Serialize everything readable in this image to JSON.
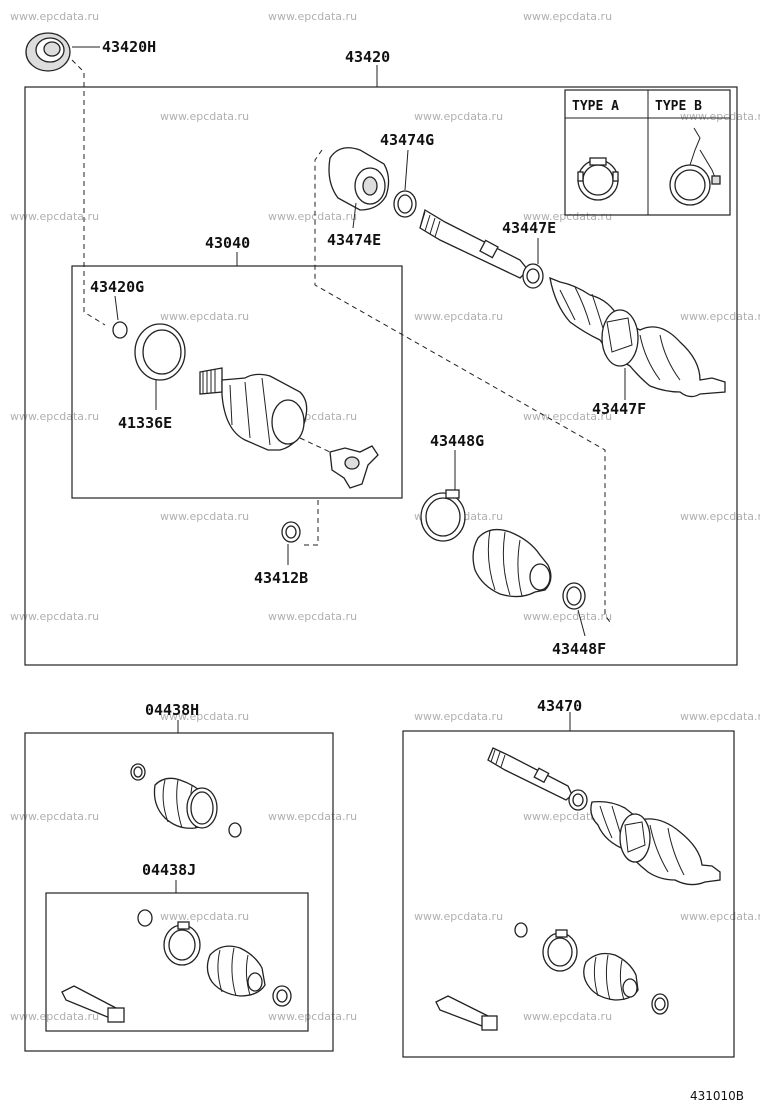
{
  "watermark": "www.epcdata.ru",
  "figure_code": "431010B",
  "labels": {
    "p43420H": "43420H",
    "p43420": "43420",
    "p43474G": "43474G",
    "p43474E": "43474E",
    "p43040": "43040",
    "p43420G": "43420G",
    "p43447E": "43447E",
    "p41336E": "41336E",
    "p43447F": "43447F",
    "p43448G": "43448G",
    "p43412B": "43412B",
    "p43448F": "43448F",
    "p04438H": "04438H",
    "p04438J": "04438J",
    "p43470": "43470"
  },
  "clamp_types": {
    "type_a": "TYPE A",
    "type_b": "TYPE B"
  }
}
